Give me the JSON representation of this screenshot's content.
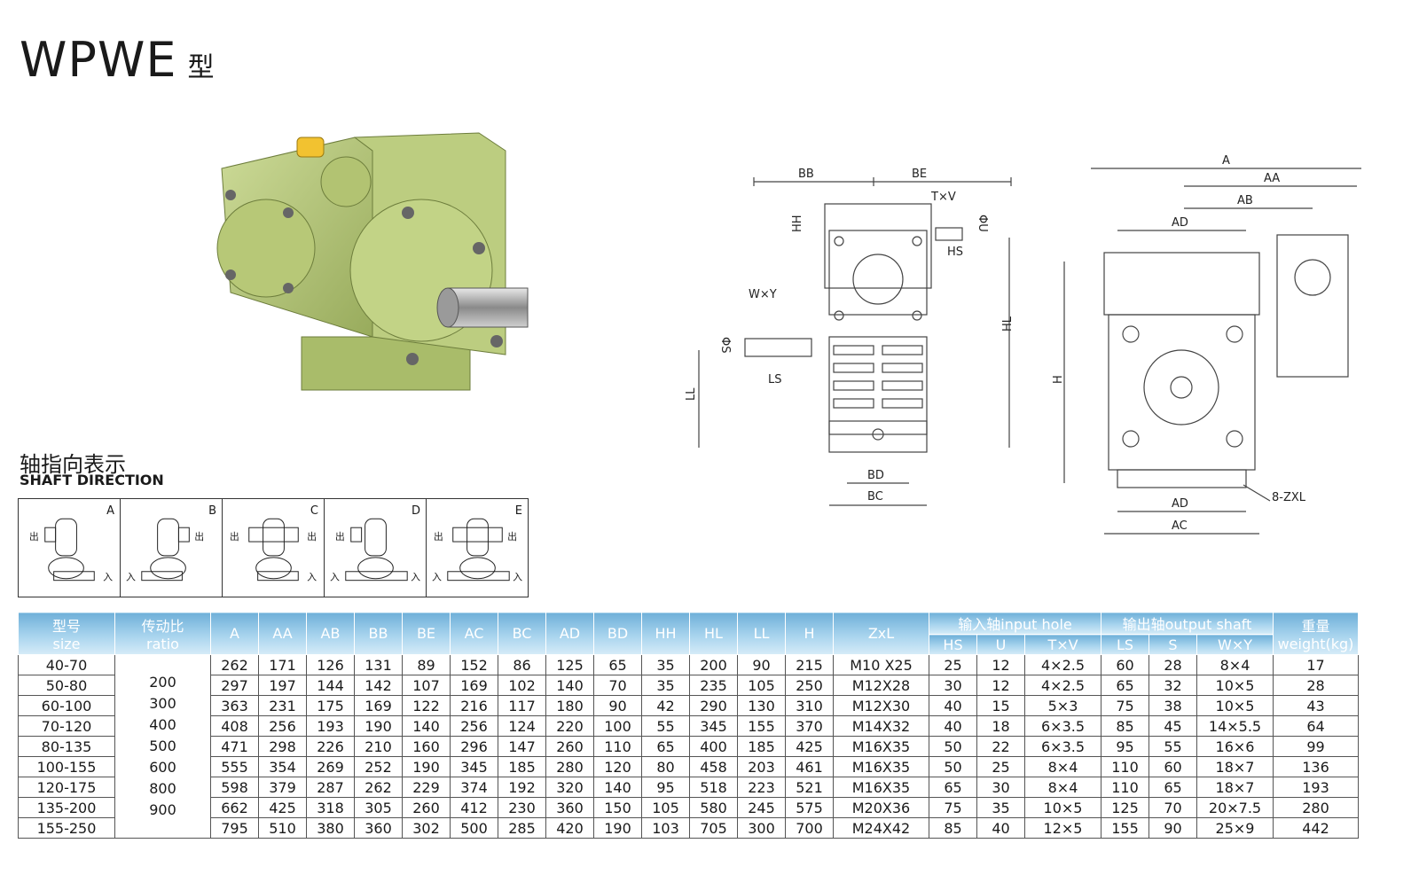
{
  "title": "WPWE",
  "title_suffix": "型",
  "shaft": {
    "cn": "轴指向表示",
    "en": "SHAFT DIRECTION",
    "out": "出",
    "in": "入",
    "panels": [
      "A",
      "B",
      "C",
      "D",
      "E"
    ]
  },
  "drawing1": {
    "labels": {
      "bb": "BB",
      "be": "BE",
      "txv": "T×V",
      "hh": "HH",
      "phiu": "ΦU",
      "hs": "HS",
      "hl": "HL",
      "wxy": "W×Y",
      "phis": "ΦS",
      "ls": "LS",
      "ll": "LL",
      "bd": "BD",
      "bc": "BC"
    }
  },
  "drawing2": {
    "labels": {
      "a": "A",
      "aa": "AA",
      "ab": "AB",
      "ad": "AD",
      "h": "H",
      "ad2": "AD",
      "ac": "AC",
      "zxl": "8-ZXL"
    }
  },
  "table": {
    "headers": {
      "size_cn": "型号",
      "size_en": "size",
      "ratio_cn": "传动比",
      "ratio_en": "ratio",
      "cols": [
        "A",
        "AA",
        "AB",
        "BB",
        "BE",
        "AC",
        "BC",
        "AD",
        "BD",
        "HH",
        "HL",
        "LL",
        "H",
        "ZxL"
      ],
      "input_group": "输入轴input hole",
      "input_cols": [
        "HS",
        "U",
        "T×V"
      ],
      "output_group": "输出轴output shaft",
      "output_cols": [
        "LS",
        "S",
        "W×Y"
      ],
      "weight_cn": "重量",
      "weight_en": "weight(kg)"
    },
    "ratios": [
      "200",
      "300",
      "400",
      "500",
      "600",
      "800",
      "900"
    ],
    "rows": [
      [
        "40-70",
        "262",
        "171",
        "126",
        "131",
        "89",
        "152",
        "86",
        "125",
        "65",
        "35",
        "200",
        "90",
        "215",
        "M10 X25",
        "25",
        "12",
        "4×2.5",
        "60",
        "28",
        "8×4",
        "17"
      ],
      [
        "50-80",
        "297",
        "197",
        "144",
        "142",
        "107",
        "169",
        "102",
        "140",
        "70",
        "35",
        "235",
        "105",
        "250",
        "M12X28",
        "30",
        "12",
        "4×2.5",
        "65",
        "32",
        "10×5",
        "28"
      ],
      [
        "60-100",
        "363",
        "231",
        "175",
        "169",
        "122",
        "216",
        "117",
        "180",
        "90",
        "42",
        "290",
        "130",
        "310",
        "M12X30",
        "40",
        "15",
        "5×3",
        "75",
        "38",
        "10×5",
        "43"
      ],
      [
        "70-120",
        "408",
        "256",
        "193",
        "190",
        "140",
        "256",
        "124",
        "220",
        "100",
        "55",
        "345",
        "155",
        "370",
        "M14X32",
        "40",
        "18",
        "6×3.5",
        "85",
        "45",
        "14×5.5",
        "64"
      ],
      [
        "80-135",
        "471",
        "298",
        "226",
        "210",
        "160",
        "296",
        "147",
        "260",
        "110",
        "65",
        "400",
        "185",
        "425",
        "M16X35",
        "50",
        "22",
        "6×3.5",
        "95",
        "55",
        "16×6",
        "99"
      ],
      [
        "100-155",
        "555",
        "354",
        "269",
        "252",
        "190",
        "345",
        "185",
        "280",
        "120",
        "80",
        "458",
        "203",
        "461",
        "M16X35",
        "50",
        "25",
        "8×4",
        "110",
        "60",
        "18×7",
        "136"
      ],
      [
        "120-175",
        "598",
        "379",
        "287",
        "262",
        "229",
        "374",
        "192",
        "320",
        "140",
        "95",
        "518",
        "223",
        "521",
        "M16X35",
        "65",
        "30",
        "8×4",
        "110",
        "65",
        "18×7",
        "193"
      ],
      [
        "135-200",
        "662",
        "425",
        "318",
        "305",
        "260",
        "412",
        "230",
        "360",
        "150",
        "105",
        "580",
        "245",
        "575",
        "M20X36",
        "75",
        "35",
        "10×5",
        "125",
        "70",
        "20×7.5",
        "280"
      ],
      [
        "155-250",
        "795",
        "510",
        "380",
        "360",
        "302",
        "500",
        "285",
        "420",
        "190",
        "103",
        "705",
        "300",
        "700",
        "M24X42",
        "85",
        "40",
        "12×5",
        "155",
        "90",
        "25×9",
        "442"
      ]
    ]
  },
  "colors": {
    "header_blue": "#8cc4e6",
    "gearbox_green": "#b5c77a"
  }
}
